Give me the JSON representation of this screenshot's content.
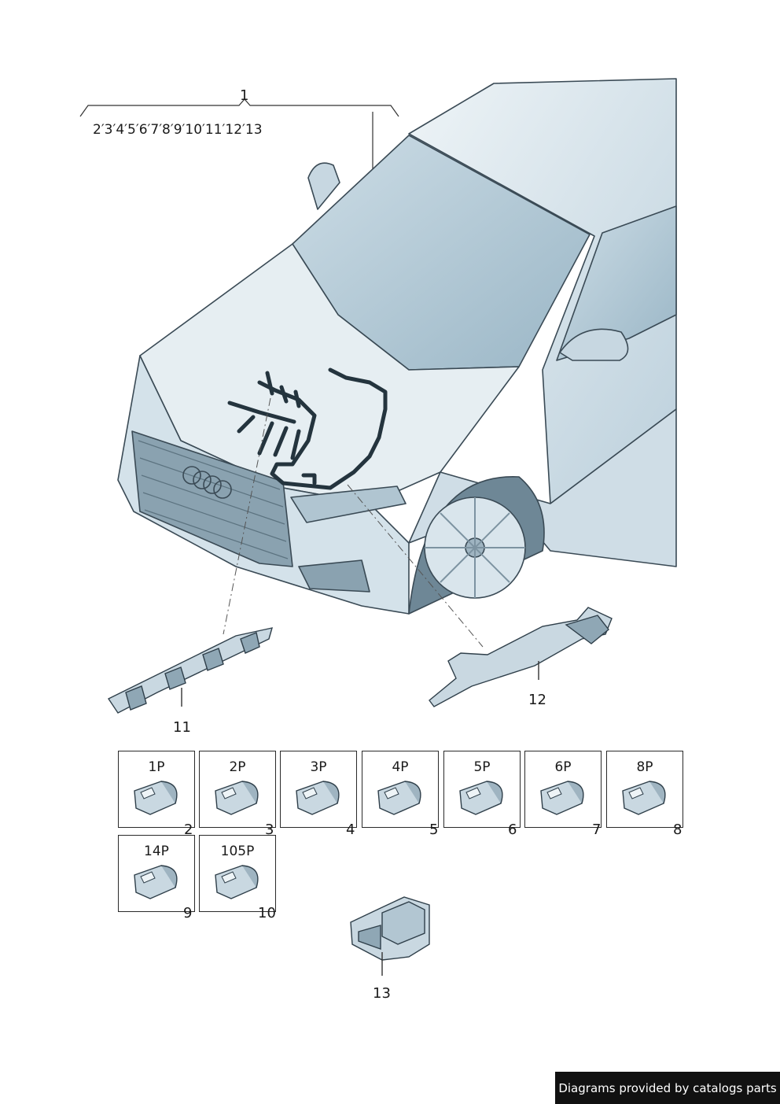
{
  "callouts": {
    "main": "1",
    "sub_list": "2′3′4′5′6′7′8′9′10′11′12′13",
    "part11": "11",
    "part12": "12",
    "part13": "13"
  },
  "connectors": [
    {
      "pins": "1P",
      "num": "2"
    },
    {
      "pins": "2P",
      "num": "3"
    },
    {
      "pins": "3P",
      "num": "4"
    },
    {
      "pins": "4P",
      "num": "5"
    },
    {
      "pins": "5P",
      "num": "6"
    },
    {
      "pins": "6P",
      "num": "7"
    },
    {
      "pins": "8P",
      "num": "8"
    },
    {
      "pins": "14P",
      "num": "9"
    },
    {
      "pins": "105P",
      "num": "10"
    }
  ],
  "footer": "Diagrams provided by catalogs parts",
  "colors": {
    "car_fill": "#dfe9ef",
    "car_shade": "#b9cfdb",
    "outline": "#3a4a55",
    "harness": "#24343e",
    "footer_bg": "#111111"
  }
}
